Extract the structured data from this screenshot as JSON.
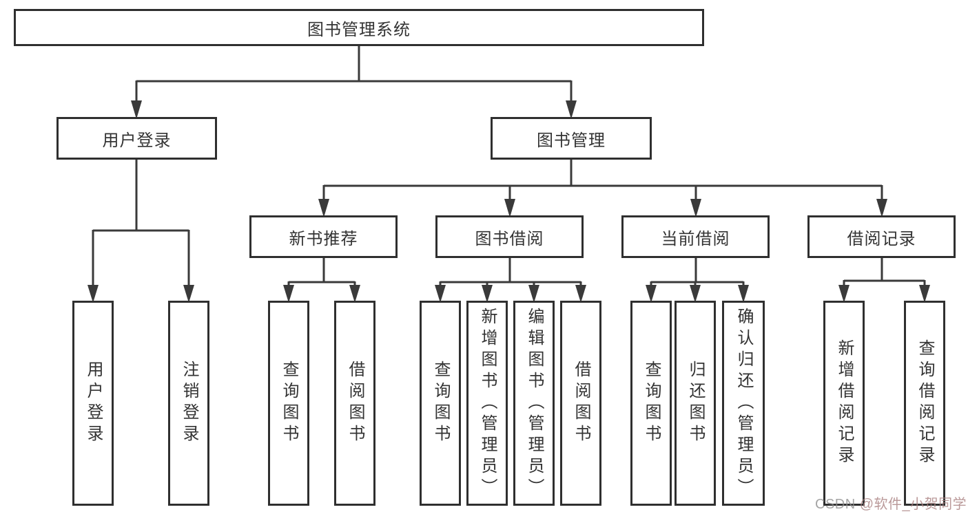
{
  "colors": {
    "line": "#3a3a3a",
    "box_border": "#2f2f2f",
    "text": "#333333",
    "watermark_brand": "#8f8f8f",
    "watermark_handle": "#aa8080"
  },
  "tree": {
    "root": {
      "label": "图书管理系统"
    },
    "branches": [
      {
        "label": "用户登录",
        "children": [
          "用户登录",
          "注销登录"
        ]
      },
      {
        "label": "图书管理",
        "sections": [
          {
            "label": "新书推荐",
            "children": [
              "查询图书",
              "借阅图书"
            ]
          },
          {
            "label": "图书借阅",
            "children": [
              "查询图书",
              "新增图书（管理员）",
              "编辑图书（管理员）",
              "借阅图书"
            ]
          },
          {
            "label": "当前借阅",
            "children": [
              "查询图书",
              "归还图书",
              "确认归还（管理员）"
            ]
          },
          {
            "label": "借阅记录",
            "children": [
              "新增借阅记录",
              "查询借阅记录"
            ]
          }
        ]
      }
    ]
  },
  "watermark": {
    "brand": "CSDN ",
    "handle": "@软件_小贺同学"
  }
}
